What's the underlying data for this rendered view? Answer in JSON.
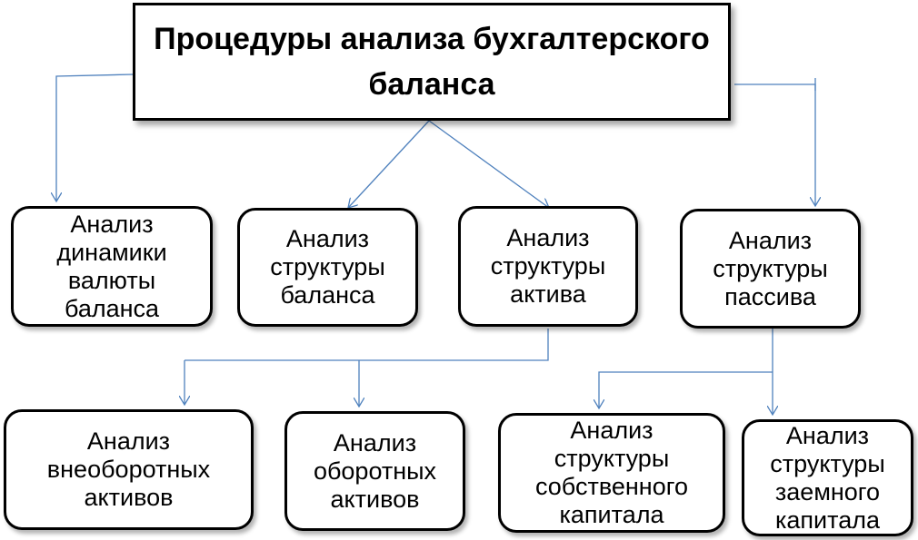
{
  "diagram": {
    "title": "Процедуры анализа  бухгалтерского\nбаланса",
    "level1": [
      {
        "id": "dyn",
        "label": "Анализ\nдинамики\nвалюты\nбаланса"
      },
      {
        "id": "struct",
        "label": "Анализ\nструктуры\nбаланса"
      },
      {
        "id": "assets",
        "label": "Анализ\nструктуры\nактива"
      },
      {
        "id": "liab",
        "label": "Анализ\nструктуры\nпассива"
      }
    ],
    "level2": [
      {
        "id": "noncur",
        "label": "Анализ\nвнеоборотных\nактивов"
      },
      {
        "id": "cur",
        "label": "Анализ\nоборотных\nактивов"
      },
      {
        "id": "equity",
        "label": "Анализ\nструктуры\nсобственного\nкапитала"
      },
      {
        "id": "debt",
        "label": "Анализ\nструктуры\nзаемного\nкапитала"
      }
    ],
    "colors": {
      "connector": "#4f81bd",
      "border": "#000000",
      "background": "#ffffff"
    }
  }
}
